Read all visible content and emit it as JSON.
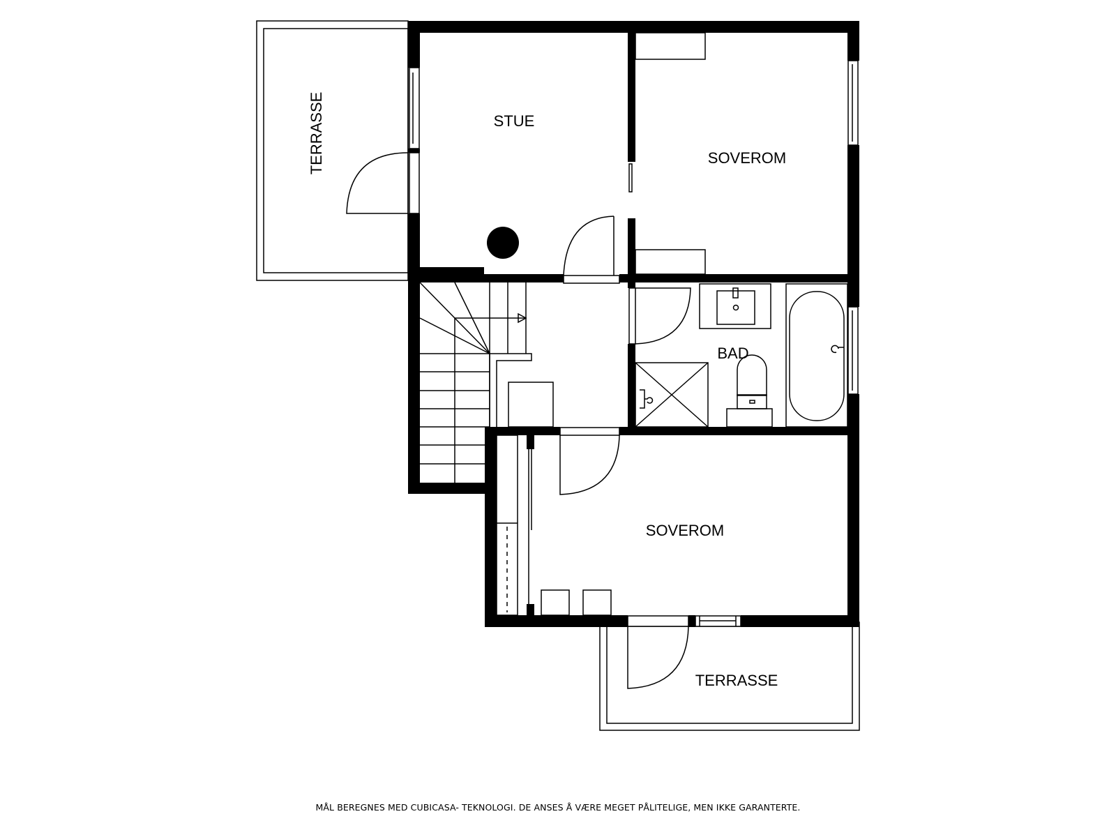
{
  "rooms": {
    "terrasse_west": {
      "label": "TERRASSE"
    },
    "stue": {
      "label": "STUE"
    },
    "soverom_ne": {
      "label": "SOVEROM"
    },
    "bad": {
      "label": "BAD"
    },
    "soverom_s": {
      "label": "SOVEROM"
    },
    "terrasse_south": {
      "label": "TERRASSE"
    }
  },
  "footer": {
    "disclaimer": "MÅL BEREGNES MED CUBICASA- TEKNOLOGI. DE ANSES Å VÆRE MEGET PÅLITELIGE, MEN IKKE GARANTERTE."
  },
  "colors": {
    "wall": "#000000",
    "background": "#ffffff"
  }
}
